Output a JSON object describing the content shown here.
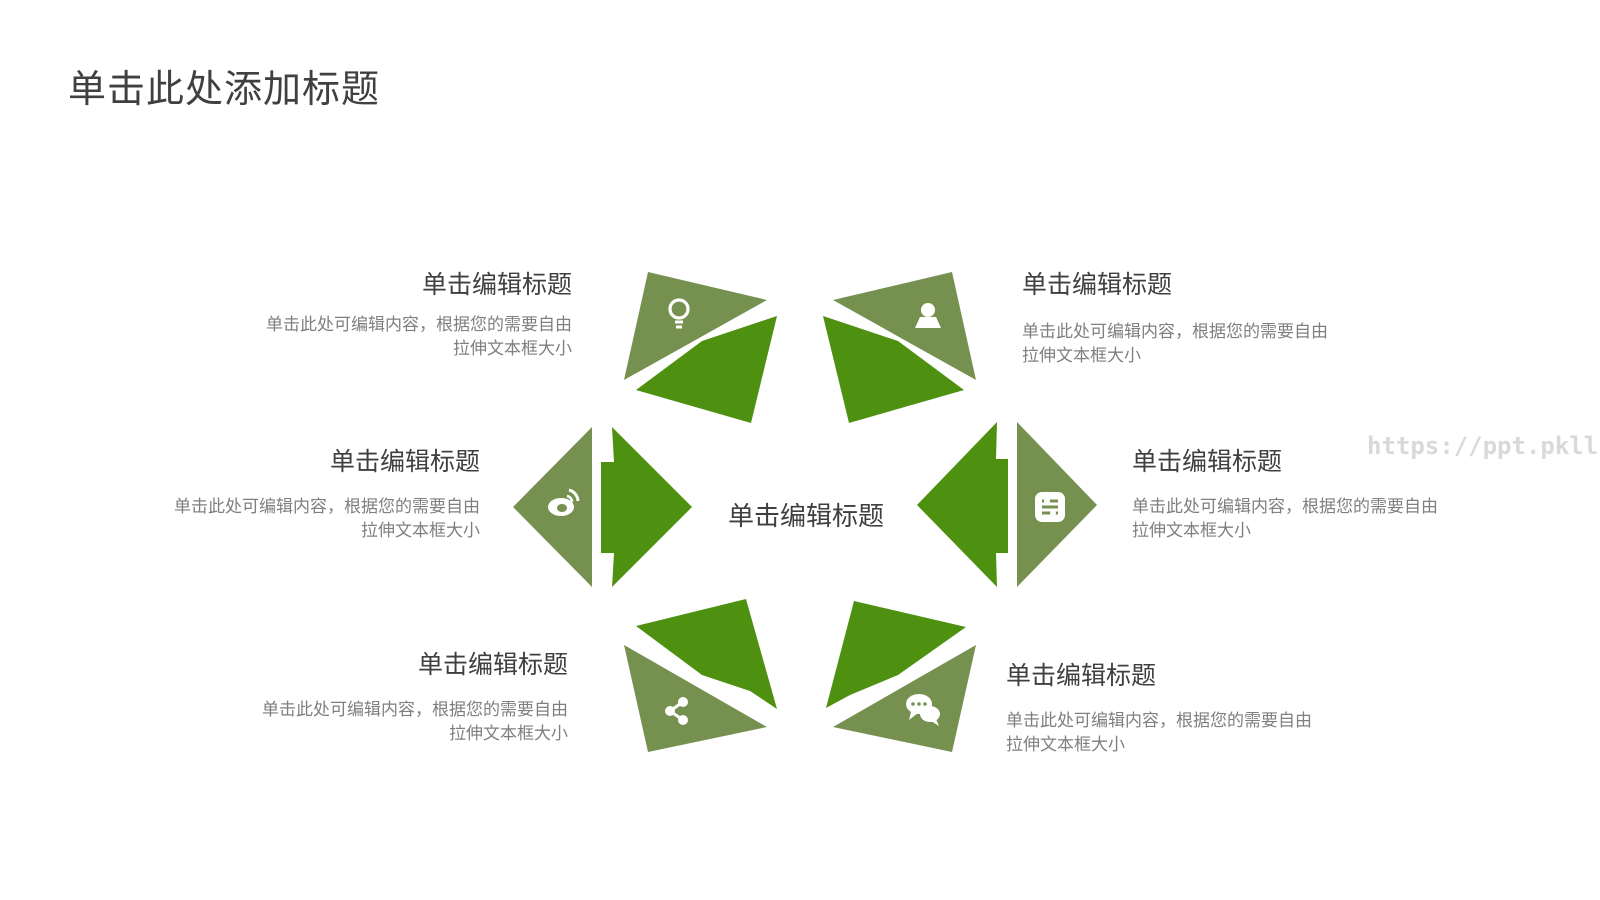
{
  "slide": {
    "title": "单击此处添加标题",
    "watermark": "https://ppt.pkll.de"
  },
  "diagram": {
    "center_label": "单击编辑标题",
    "colors": {
      "dark_green": "#76914f",
      "bright_green": "#4e9010",
      "icon": "#ffffff"
    },
    "items": [
      {
        "icon": "lightbulb-icon",
        "title": "单击编辑标题",
        "desc_line1": "单击此处可编辑内容，根据您的需要自由",
        "desc_line2": "拉伸文本框大小"
      },
      {
        "icon": "user-icon",
        "title": "单击编辑标题",
        "desc_line1": "单击此处可编辑内容，根据您的需要自由",
        "desc_line2": "拉伸文本框大小"
      },
      {
        "icon": "weibo-icon",
        "title": "单击编辑标题",
        "desc_line1": "单击此处可编辑内容，根据您的需要自由",
        "desc_line2": "拉伸文本框大小"
      },
      {
        "icon": "app-icon",
        "title": "单击编辑标题",
        "desc_line1": "单击此处可编辑内容，根据您的需要自由",
        "desc_line2": "拉伸文本框大小"
      },
      {
        "icon": "share-icon",
        "title": "单击编辑标题",
        "desc_line1": "单击此处可编辑内容，根据您的需要自由",
        "desc_line2": "拉伸文本框大小"
      },
      {
        "icon": "chat-icon",
        "title": "单击编辑标题",
        "desc_line1": "单击此处可编辑内容，根据您的需要自由",
        "desc_line2": "拉伸文本框大小"
      }
    ]
  }
}
